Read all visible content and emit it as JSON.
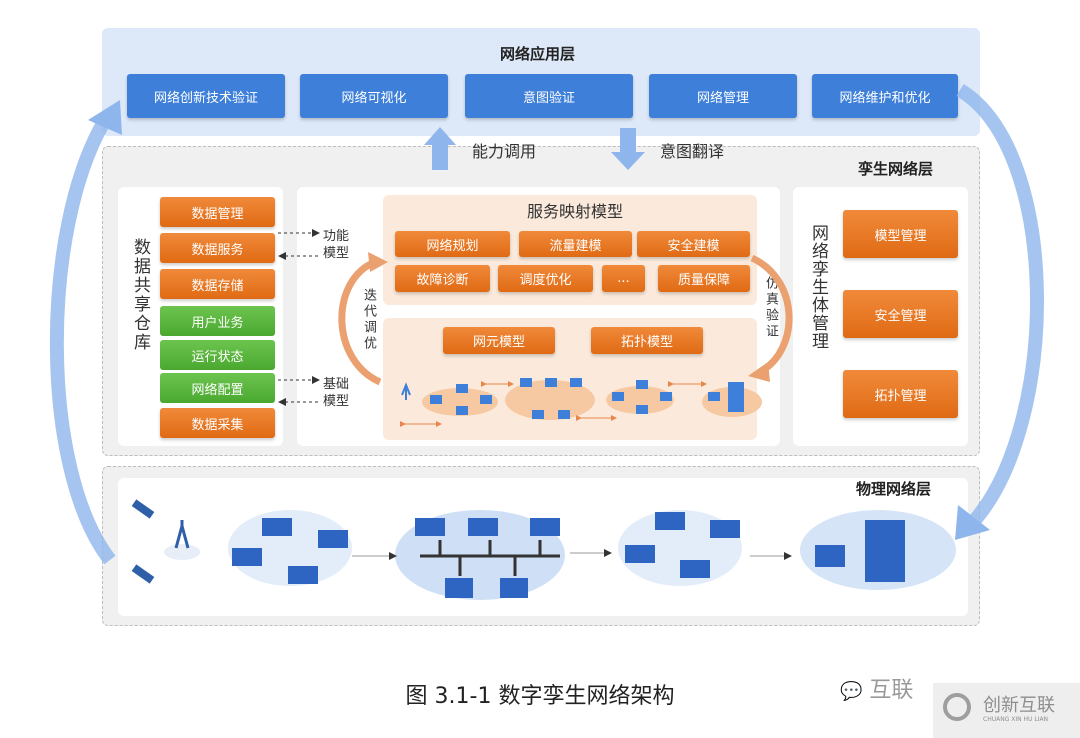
{
  "app_layer": {
    "title": "网络应用层",
    "items": [
      "网络创新技术验证",
      "网络可视化",
      "意图验证",
      "网络管理",
      "网络维护和优化"
    ]
  },
  "flows": {
    "up": "能力调用",
    "down": "意图翻译"
  },
  "twin_layer": {
    "title": "孪生网络层",
    "repository": {
      "title": "数据共享仓库",
      "items": [
        "数据管理",
        "数据服务",
        "数据存储",
        "用户业务",
        "运行状态",
        "网络配置",
        "数据采集"
      ]
    },
    "links": {
      "functional": "功能\n模型",
      "basic": "基础\n模型",
      "iterate": "迭代调优",
      "simulate": "仿真验证"
    },
    "service_model": {
      "title": "服务映射模型",
      "row1": [
        "网络规划",
        "流量建模",
        "安全建模"
      ],
      "row2": [
        "故障诊断",
        "调度优化",
        "...",
        "质量保障"
      ]
    },
    "base_models": [
      "网元模型",
      "拓扑模型"
    ],
    "twin_mgmt": {
      "title": "网络孪生体管理",
      "items": [
        "模型管理",
        "安全管理",
        "拓扑管理"
      ]
    }
  },
  "physical_layer": {
    "title": "物理网络层"
  },
  "caption": "图 3.1-1  数字孪生网络架构",
  "watermark": {
    "wechat": "互联",
    "brand": "创新互联",
    "brand_sub": "CHUANG XIN HU LIAN"
  },
  "colors": {
    "blue": "#3d7fd9",
    "orange": "#e8782a",
    "green": "#55b03a",
    "app_bg": "#dde9f8",
    "peach": "#fbeadb"
  }
}
